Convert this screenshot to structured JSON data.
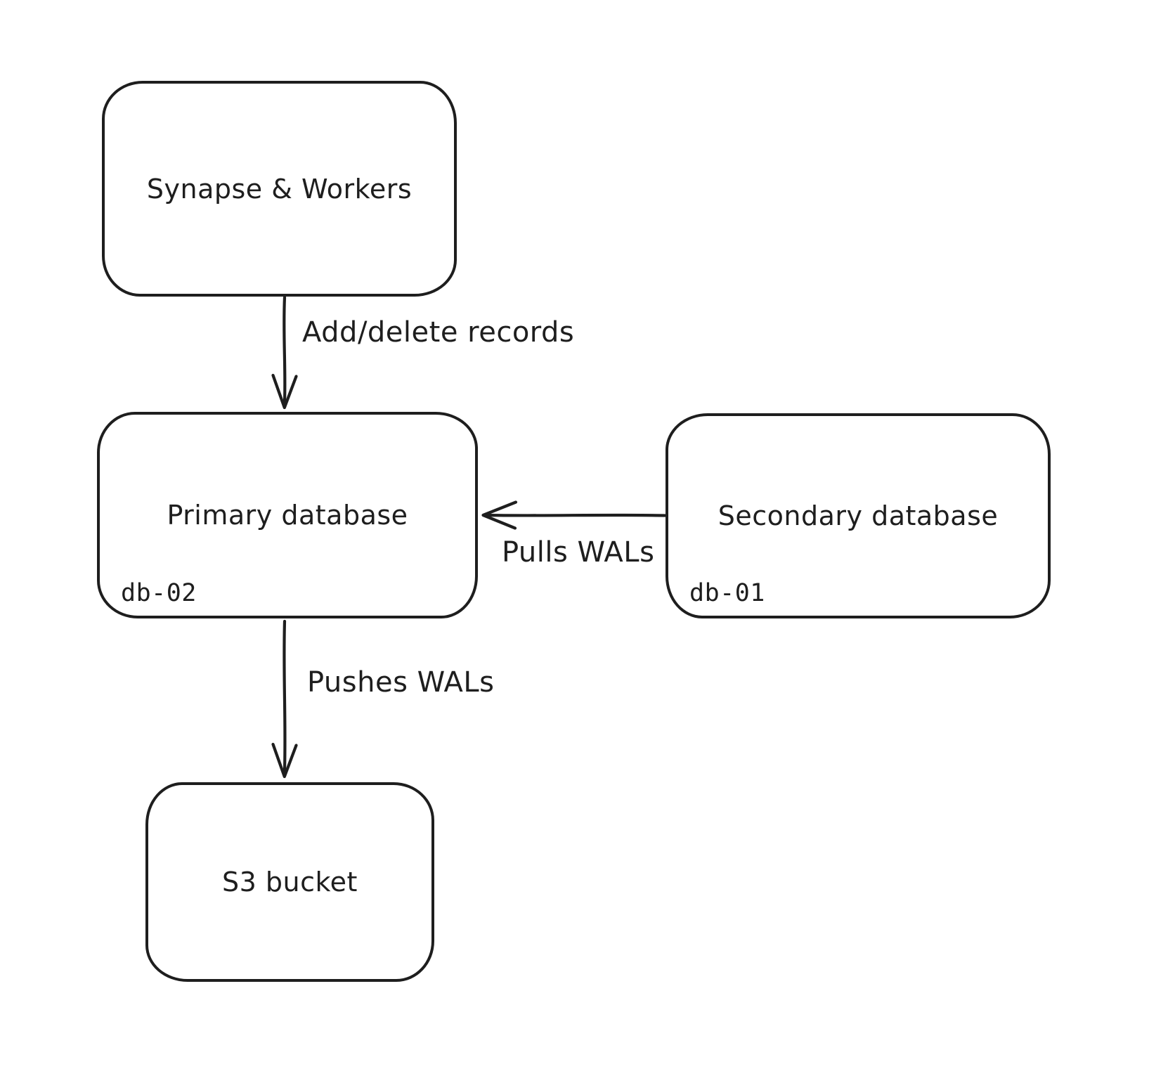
{
  "diagram": {
    "type": "flowchart",
    "style": "hand-drawn",
    "colors": {
      "stroke": "#1e1e1e",
      "background": "#ffffff"
    },
    "nodes": {
      "synapse": {
        "label": "Synapse & Workers"
      },
      "primary": {
        "label": "Primary database",
        "sublabel": "db-02"
      },
      "secondary": {
        "label": "Secondary database",
        "sublabel": "db-01"
      },
      "s3": {
        "label": "S3 bucket"
      }
    },
    "edges": {
      "add_delete": {
        "label": "Add/delete records",
        "from": "synapse",
        "to": "primary",
        "direction": "down"
      },
      "pulls": {
        "label": "Pulls WALs",
        "from": "secondary",
        "to": "primary",
        "direction": "left"
      },
      "pushes": {
        "label": "Pushes WALs",
        "from": "primary",
        "to": "s3",
        "direction": "down"
      }
    }
  }
}
